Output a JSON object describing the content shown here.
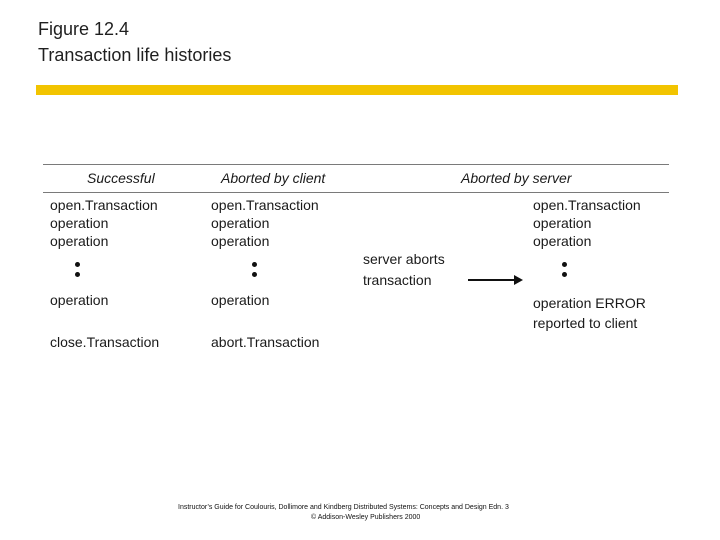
{
  "figure": {
    "number": "Figure 12.4",
    "caption": "Transaction life histories"
  },
  "columns": {
    "successful": {
      "header": "Successful",
      "lines": [
        "open.Transaction",
        "operation",
        "operation"
      ],
      "final_operation": "operation",
      "end": "close.Transaction"
    },
    "aborted_by_client": {
      "header": "Aborted by client",
      "lines": [
        "open.Transaction",
        "operation",
        "operation"
      ],
      "final_operation": "operation",
      "end": "abort.Transaction"
    },
    "aborted_by_server": {
      "header": "Aborted by server",
      "lines": [
        "open.Transaction",
        "operation",
        "operation"
      ],
      "server_note": [
        "server aborts",
        "transaction"
      ],
      "error_note": [
        "operation ERROR",
        "reported to client"
      ]
    }
  },
  "footer": {
    "line1": "Instructor’s Guide for  Coulouris, Dollimore and Kindberg   Distributed Systems: Concepts and Design   Edn. 3",
    "line2": "© Addison-Wesley Publishers 2000"
  },
  "colors": {
    "accent_bar": "#f2c400",
    "rule": "#7a7a7a"
  }
}
